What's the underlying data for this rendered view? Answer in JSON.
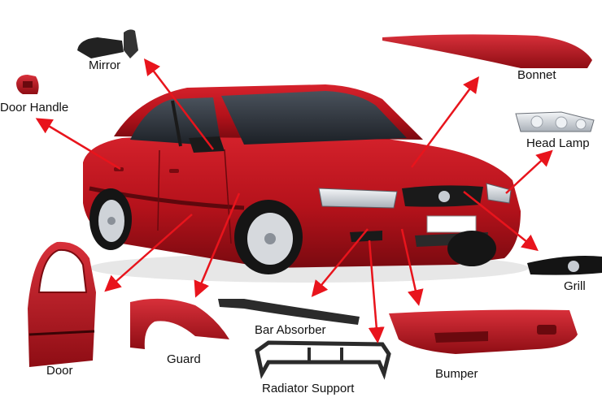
{
  "labels": {
    "mirror": "Mirror",
    "door_handle": "Door Handle",
    "bonnet": "Bonnet",
    "head_lamp": "Head Lamp",
    "grill": "Grill",
    "door": "Door",
    "guard": "Guard",
    "bar_absorber": "Bar Absorber",
    "radiator_support": "Radiator Support",
    "bumper": "Bumper"
  },
  "colors": {
    "car_body": "#b5121b",
    "car_body_dark": "#7a0a10",
    "arrow": "#e8141c",
    "glass": "#2b2f36",
    "trim": "#1a1a1a",
    "chrome": "#d9dde2"
  }
}
